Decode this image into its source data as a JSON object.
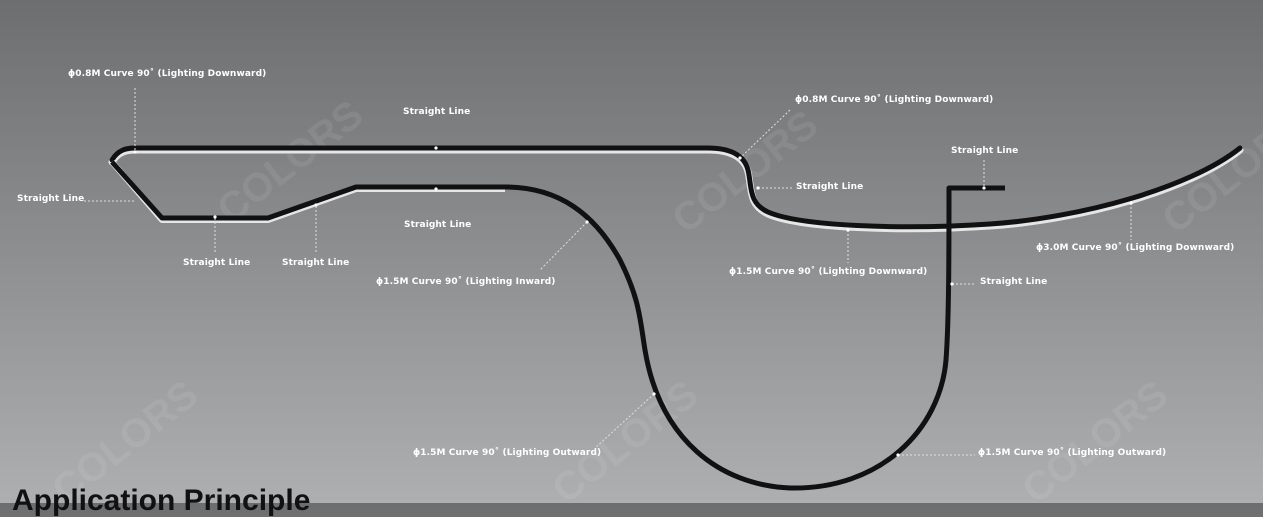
{
  "labels": {
    "l1": "ϕ0.8M Curve 90˚ (Lighting Downward)",
    "l2": "Straight Line",
    "l3": "ϕ0.8M Curve 90˚ (Lighting Downward)",
    "l4": "Straight Line",
    "l5": "Straight Line",
    "l6": "Straight Line",
    "l7": "Straight Line",
    "l8": "Straight Line",
    "l9": "Straight Line",
    "l10": "ϕ1.5M Curve 90˚ (Lighting Inward)",
    "l11": "ϕ1.5M Curve 90˚ (Lighting Downward)",
    "l12": "ϕ3.0M Curve 90˚ (Lighting Downward)",
    "l13": "Straight Line",
    "l14": "ϕ1.5M Curve 90˚ (Lighting Outward)",
    "l15": "ϕ1.5M Curve 90˚ (Lighting Outward)"
  },
  "heading": "Application Principle",
  "watermark": "COLORS",
  "colors": {
    "track": "#111111",
    "light": "#e6e6e6",
    "leader": "#e0e0e0"
  }
}
